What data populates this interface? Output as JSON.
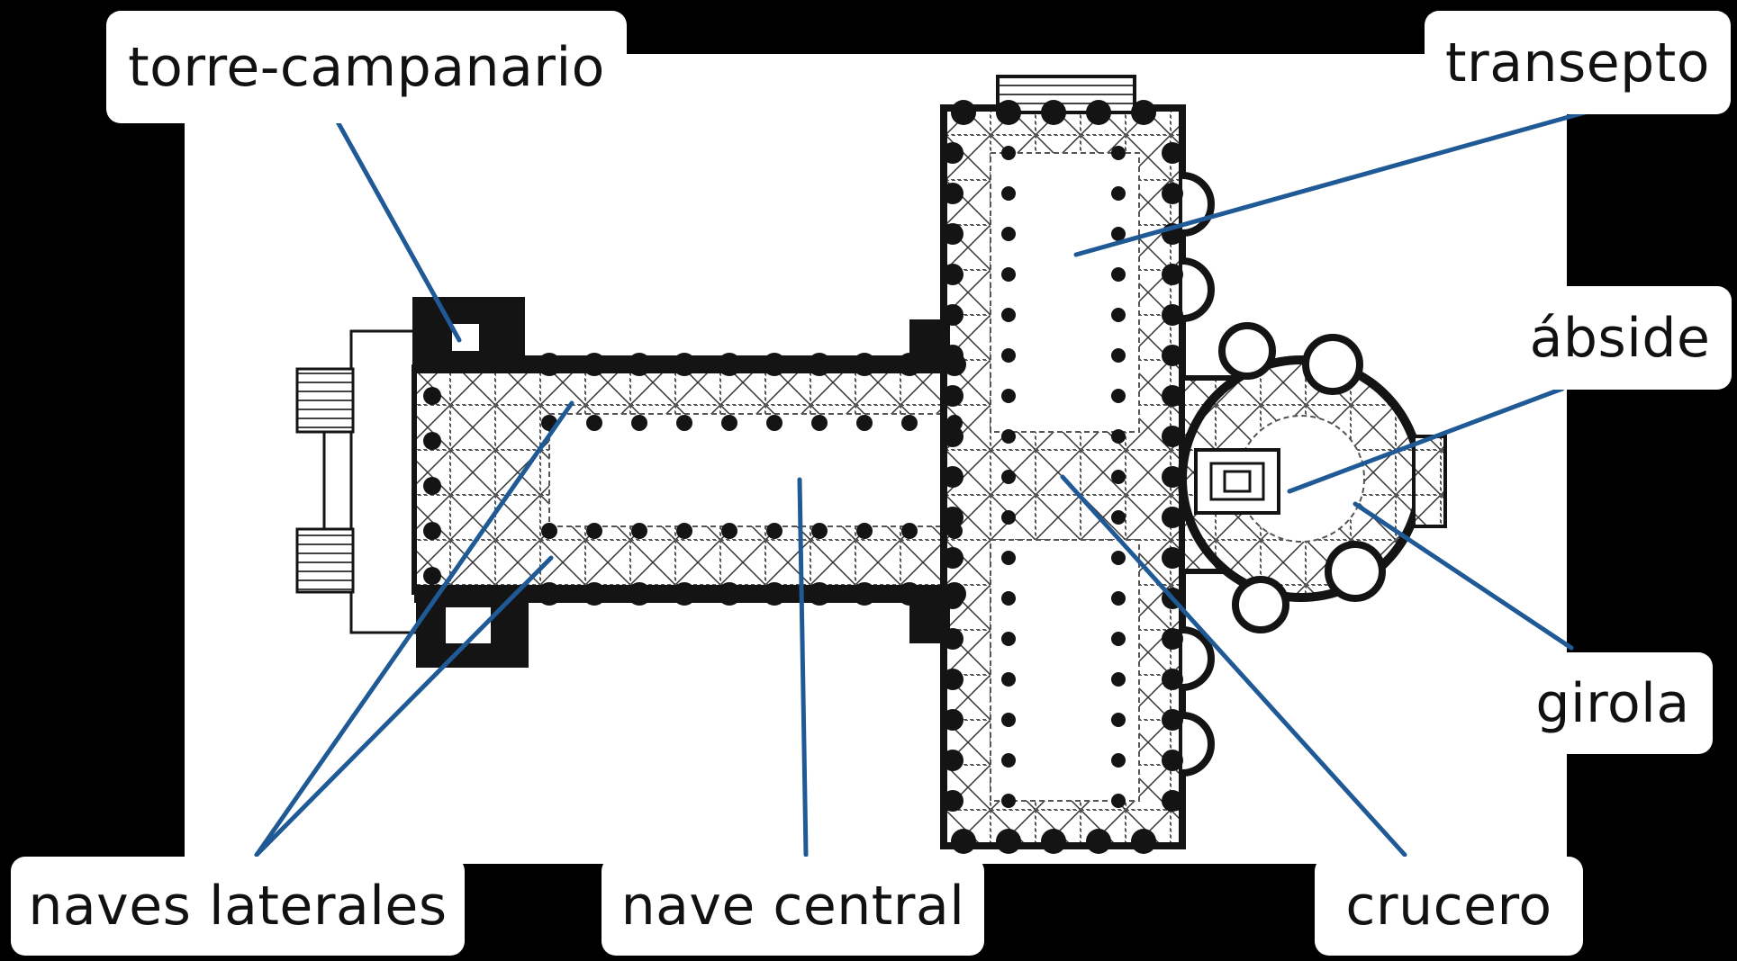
{
  "labels": {
    "bell_tower": "torre-campanario",
    "transept": "transepto",
    "apse": "ábside",
    "ambulatory": "girola",
    "side_aisles": "naves laterales",
    "nave": "nave central",
    "crossing": "crucero"
  },
  "colors": {
    "background": "#000000",
    "plan_ground": "#ffffff",
    "plan_ink": "#141414",
    "leader_line": "#1f5a96",
    "label_box": "#ffffff"
  }
}
